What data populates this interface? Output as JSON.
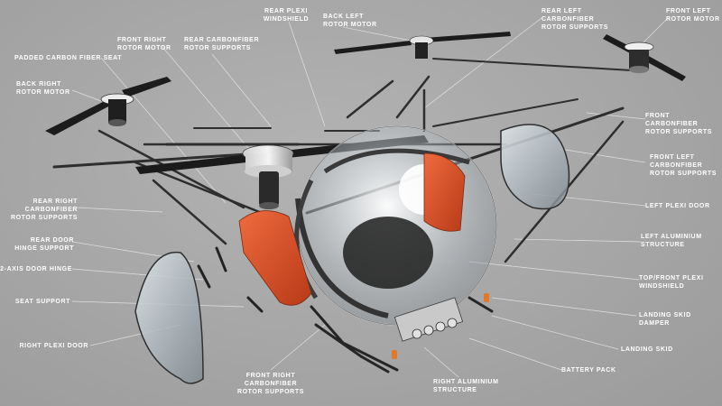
{
  "labels": {
    "rear_plexi_windshield": "REAR PLEXI\nWINDSHIELD",
    "back_left_rotor_motor": "BACK LEFT\nROTOR MOTOR",
    "rear_left_carbonfiber_rotor_supports": "REAR LEFT\nCARBONFIBER\nROTOR SUPPORTS",
    "front_left_rotor_motor": "FRONT LEFT\nROTOR MOTOR",
    "front_right_rotor_motor": "FRONT RIGHT\nROTOR MOTOR",
    "rear_carbonfiber_rotor_supports": "REAR CARBONFIBER\nROTOR SUPPORTS",
    "padded_carbon_fiber_seat": "PADDED CARBON FIBER SEAT",
    "back_right_rotor_motor": "BACK RIGHT\nROTOR MOTOR",
    "front_carbonfiber_rotor_supports": "FRONT CARBONFIBER\nROTOR SUPPORTS",
    "front_left_carbonfiber_rotor_supports": "FRONT LEFT\nCARBONFIBER\nROTOR SUPPORTS",
    "left_plexi_door": "LEFT PLEXI DOOR",
    "rear_right_carbonfiber_rotor_supports": "REAR RIGHT\nCARBONFIBER\nROTOR SUPPORTS",
    "left_aluminium_structure": "LEFT ALUMINIUM\nSTRUCTURE",
    "rear_door_hinge_support": "REAR DOOR\nHINGE SUPPORT",
    "two_axis_door_hinge": "2-AXIS DOOR HINGE",
    "top_front_plexi_windshield": "TOP/FRONT PLEXI\nWINDSHIELD",
    "seat_support": "SEAT SUPPORT",
    "landing_skid_damper": "LANDING SKID\nDAMPER",
    "right_plexi_door": "RIGHT PLEXI DOOR",
    "landing_skid": "LANDING SKID",
    "front_right_carbonfiber_rotor_supports": "FRONT RIGHT\nCARBONFIBER\nROTOR SUPPORTS",
    "right_aluminium_structure": "RIGHT ALUMINIUM\nSTRUCTURE",
    "battery_pack": "BATTERY PACK"
  },
  "colors": {
    "background": "#a7a7a7",
    "label_text": "#ffffff",
    "leader_line": "#e6e6e6",
    "seat_orange": "#e0532a",
    "rotor_blade": "#1c1c1c",
    "carbon_rod": "#2e2e2e"
  }
}
